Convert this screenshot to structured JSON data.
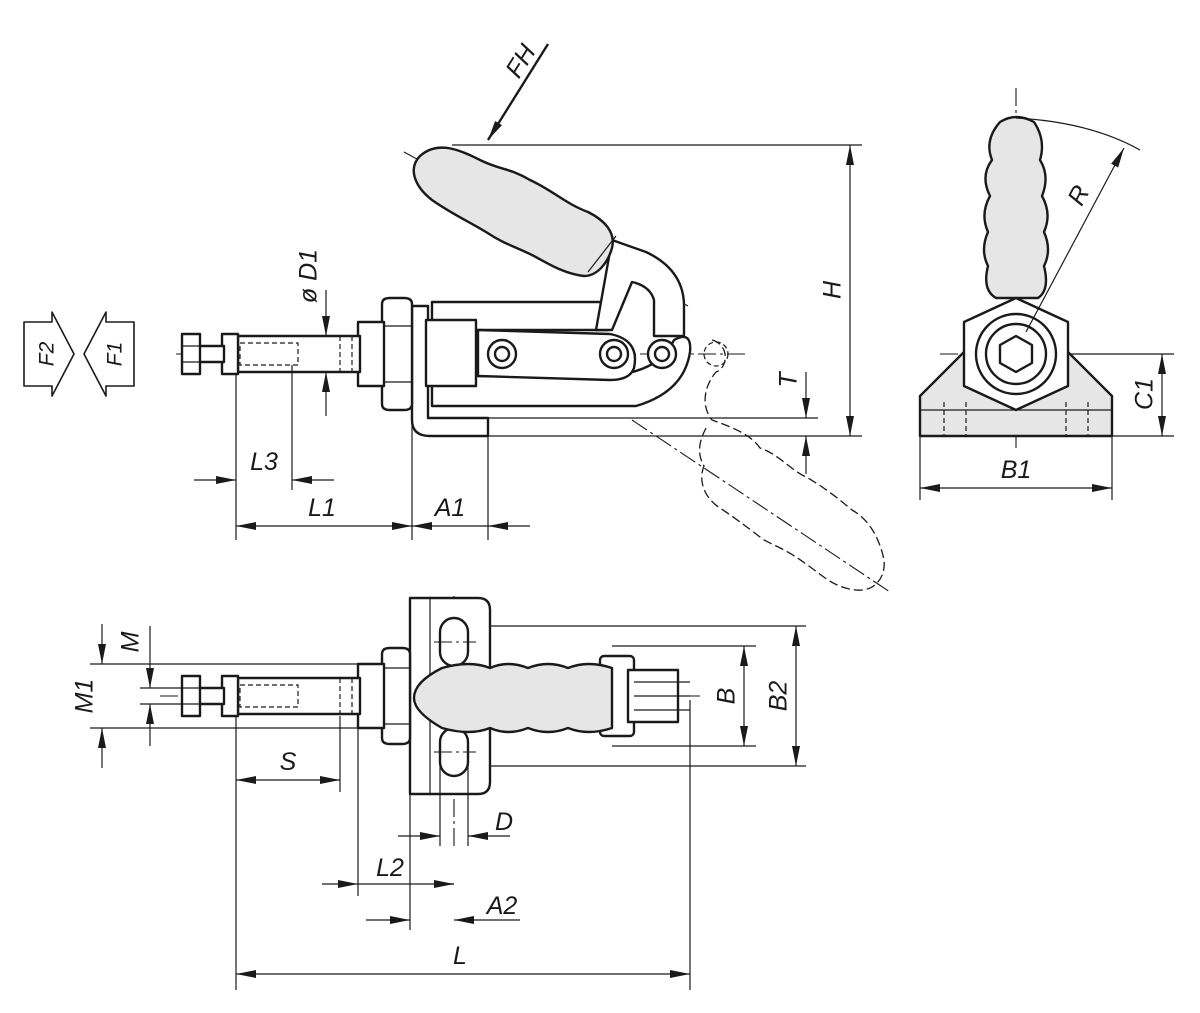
{
  "labels": {
    "FH": "FH",
    "H": "H",
    "D1": "ø D1",
    "T": "T",
    "L3": "L3",
    "L1": "L1",
    "A1": "A1",
    "R": "R",
    "C1": "C1",
    "B1": "B1",
    "F1": "F1",
    "F2": "F2",
    "M": "M",
    "M1": "M1",
    "S": "S",
    "D": "D",
    "L2": "L2",
    "A2": "A2",
    "L": "L",
    "B": "B",
    "B2": "B2"
  }
}
